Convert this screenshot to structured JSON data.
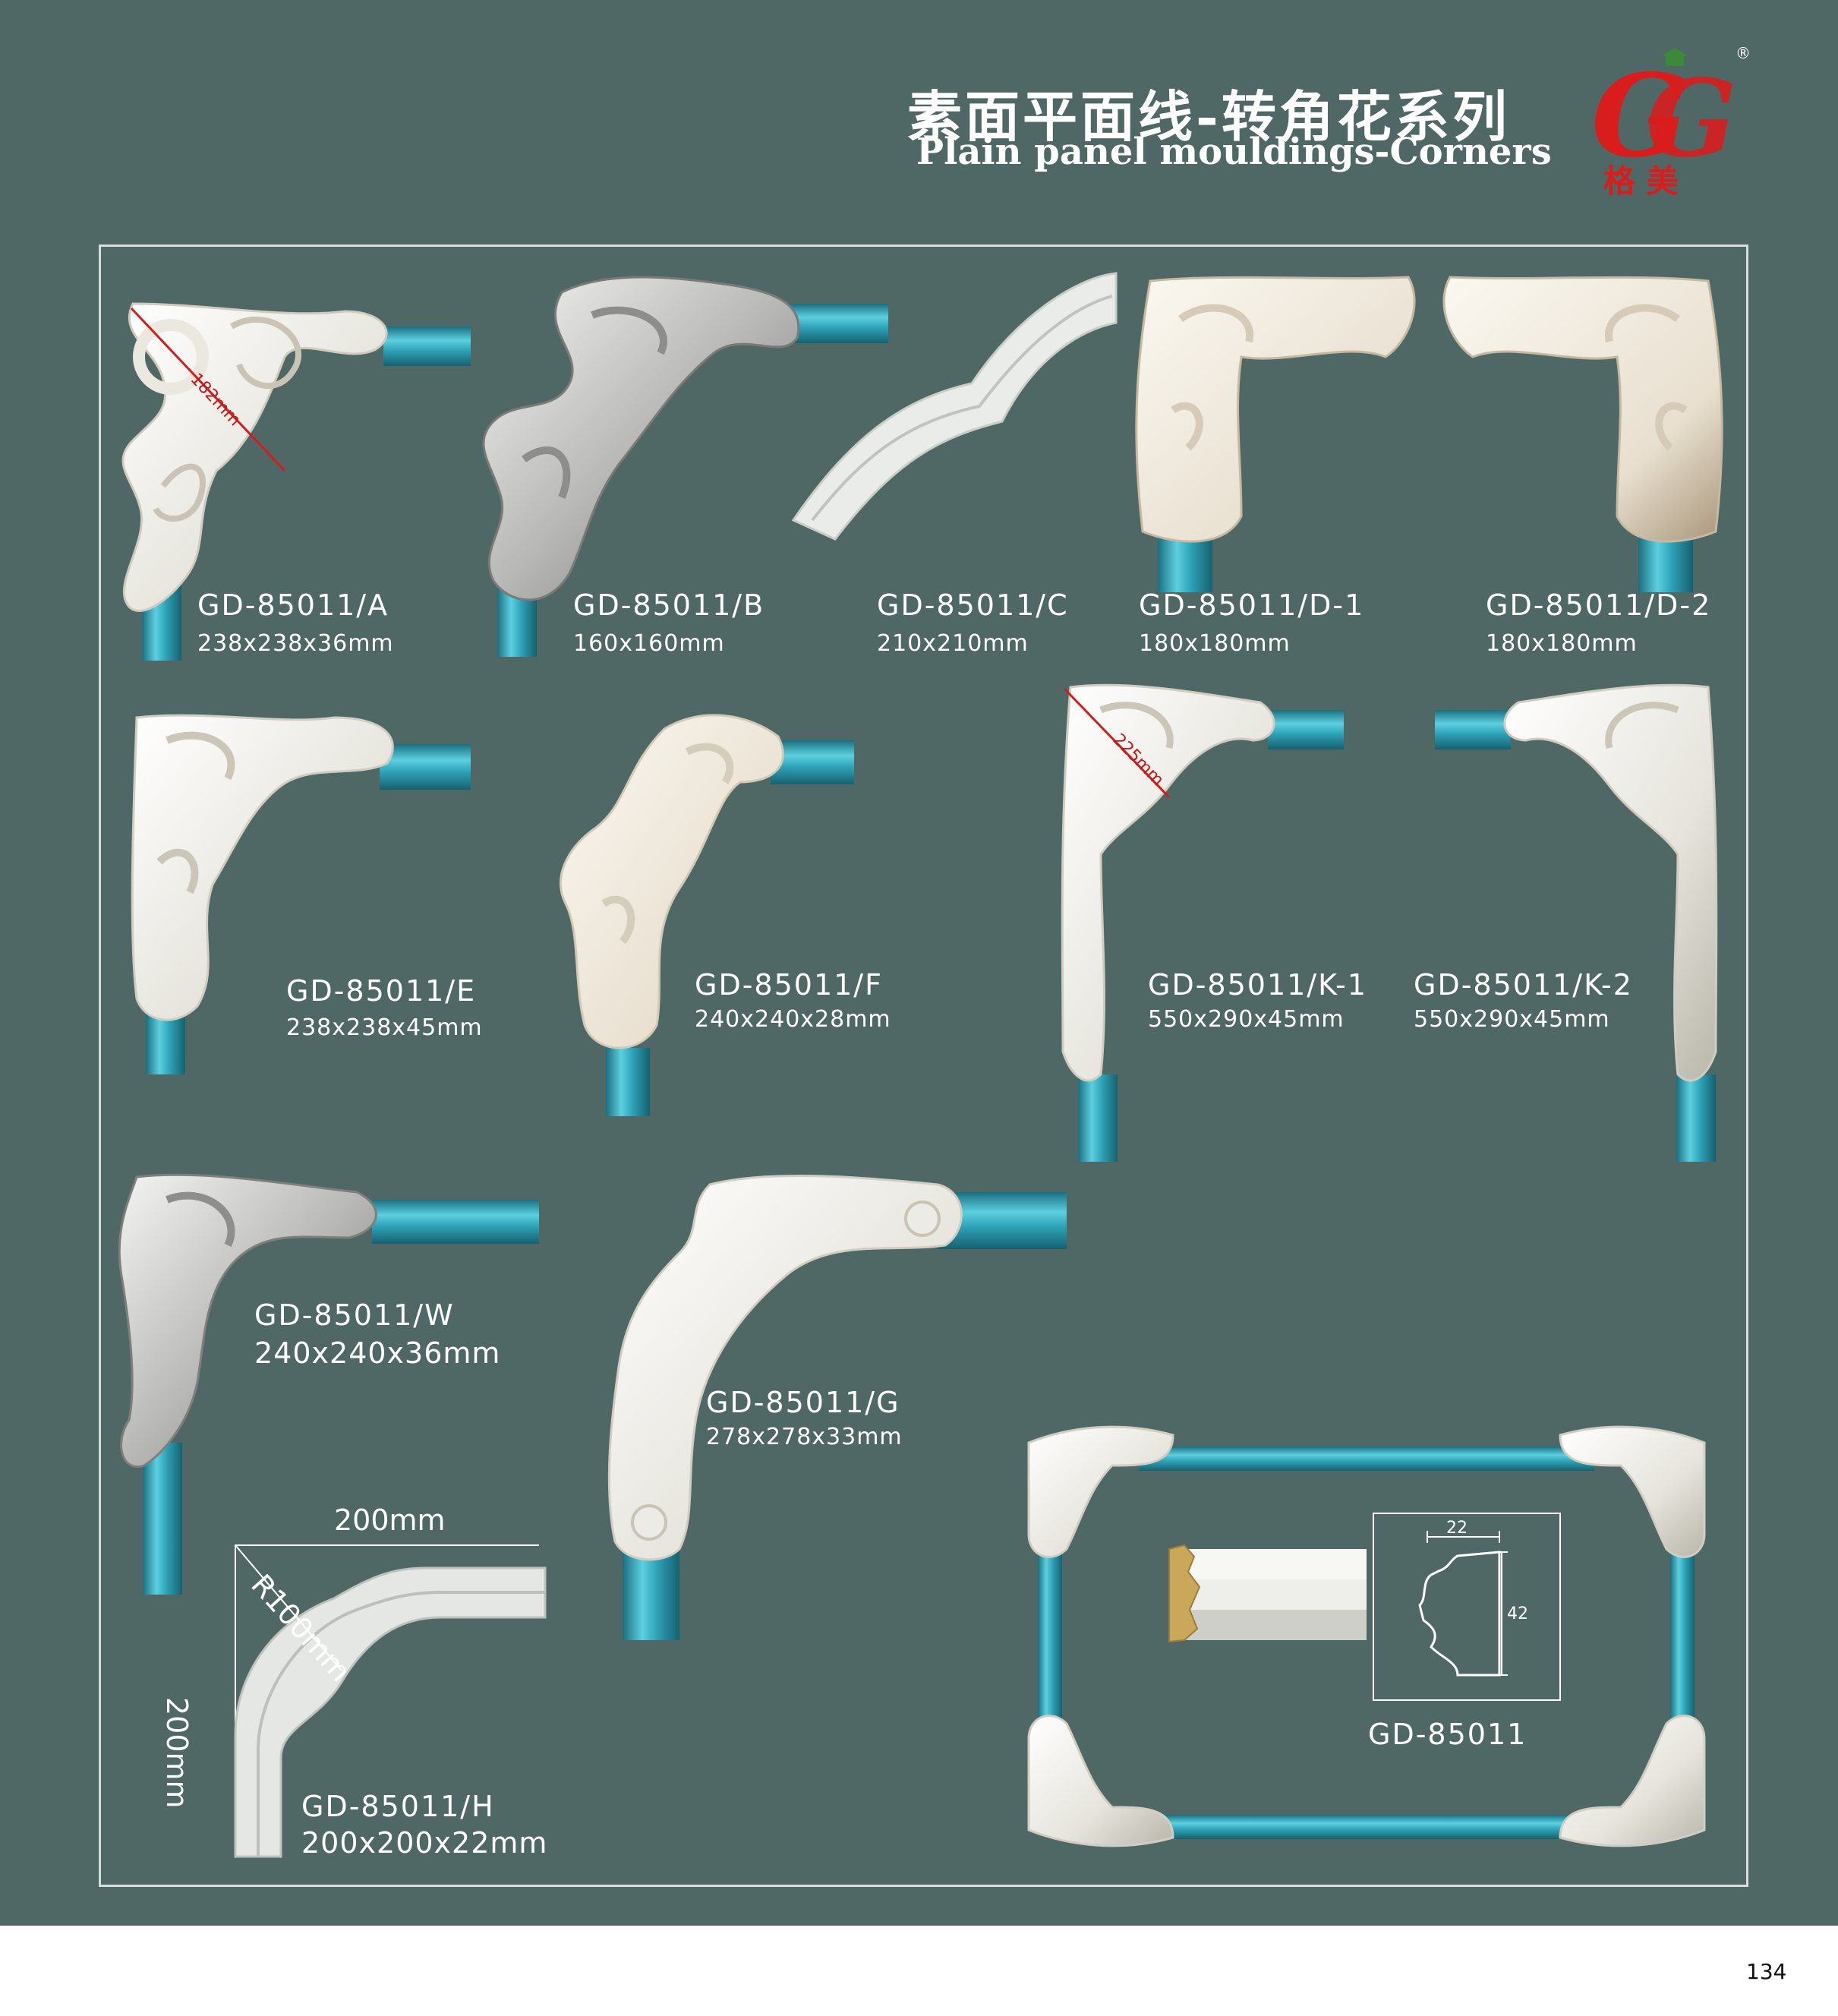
{
  "header": {
    "title_zh": "素面平面线-转角花系列",
    "title_en": "Plain panel mouldings-Corners",
    "logo_letters": "G",
    "logo_chars": "格 美",
    "registered_mark": "®"
  },
  "colors": {
    "background": "#4f6866",
    "moulding_blue": "#2fa3b8",
    "ornament_white": "#ecebe5",
    "logo_red": "#d91d1d",
    "logo_green": "#3a8a3a"
  },
  "products": [
    {
      "code": "GD-85011/A",
      "size": "238x238x36mm",
      "annotation": "182mm"
    },
    {
      "code": "GD-85011/B",
      "size": "160x160mm"
    },
    {
      "code": "GD-85011/C",
      "size": "210x210mm"
    },
    {
      "code": "GD-85011/D-1",
      "size": "180x180mm"
    },
    {
      "code": "GD-85011/D-2",
      "size": "180x180mm"
    },
    {
      "code": "GD-85011/E",
      "size": "238x238x45mm"
    },
    {
      "code": "GD-85011/F",
      "size": "240x240x28mm"
    },
    {
      "code": "GD-85011/K-1",
      "size": "550x290x45mm",
      "annotation": "225mm"
    },
    {
      "code": "GD-85011/K-2",
      "size": "550x290x45mm"
    },
    {
      "code": "GD-85011/W",
      "size": "240x240x36mm"
    },
    {
      "code": "GD-85011/G",
      "size": "278x278x33mm"
    },
    {
      "code": "GD-85011/H",
      "size": "200x200x22mm"
    }
  ],
  "diagram_h": {
    "top": "200mm",
    "side": "200mm",
    "radius": "R100mm"
  },
  "moulding": {
    "code": "GD-85011",
    "width": "22",
    "height": "42"
  },
  "page_number": "134"
}
